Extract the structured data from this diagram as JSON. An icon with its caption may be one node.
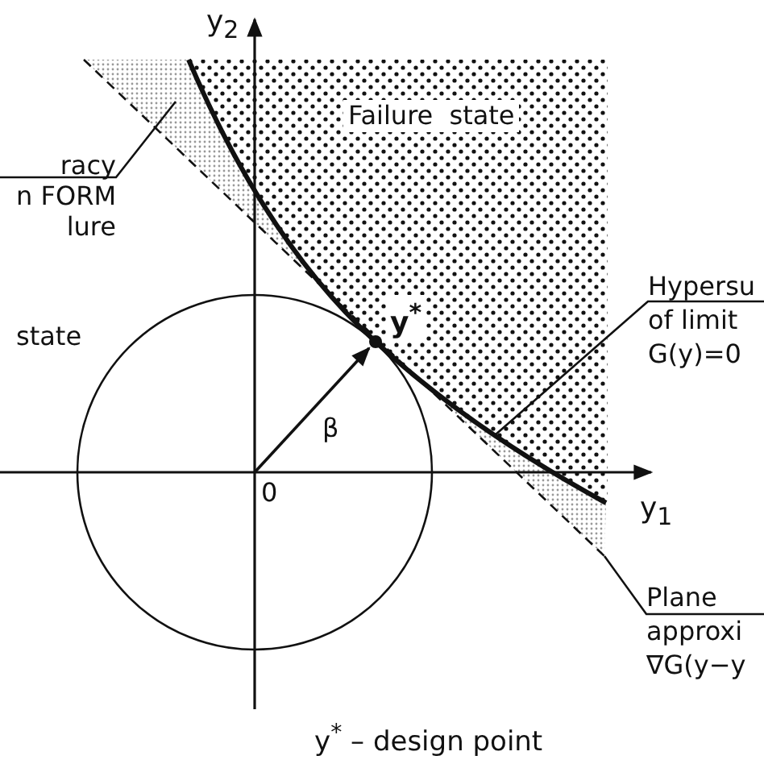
{
  "diagram": {
    "caption": "y$^{*}$ – design point",
    "nodes": [
      {
        "text": [
          "Failure state"
        ]
      },
      {
        "text": [
          "racy n FORM lure"
        ]
      },
      {
        "text": [
          "Hypersu of limit G(y)=0"
        ]
      },
      {
        "text": [
          "Plane approxi ∇G(y−y"
        ]
      }
    ],
    "edges": [
      {
        "from": 1,
        "to": null,
        "arrow": "none"
      },
      {
        "from": 2,
        "to": 0,
        "arrow": "none"
      },
      {
        "from": 3,
        "to": null,
        "arrow": "none"
      }
    ],
    "labels": [
      "y$_{2}$",
      "state",
      "y$^{*}$",
      "β",
      "0",
      "y$_{1}$"
    ]
  }
}
